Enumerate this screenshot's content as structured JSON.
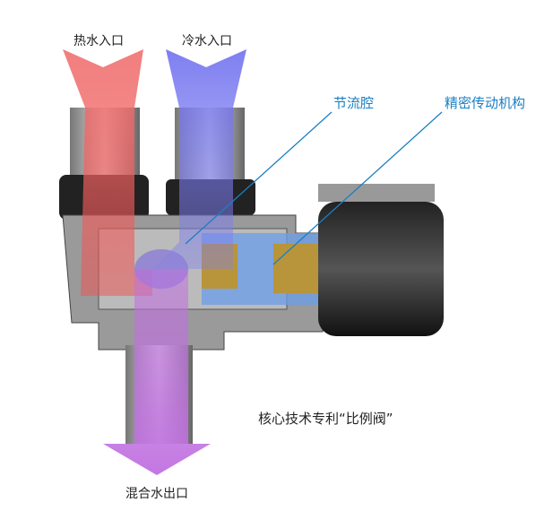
{
  "labels": {
    "hot_inlet": "热水入口",
    "cold_inlet": "冷水入口",
    "throttle_chamber": "节流腔",
    "precision_drive": "精密传动机构",
    "patent_caption": "核心技术专利“比例阀”",
    "mixed_outlet": "混合水出口"
  },
  "colors": {
    "hot": "#e85a5a",
    "cold": "#6a6ae8",
    "mixed": "#c77ee0",
    "callout": "#1a7fc4"
  }
}
